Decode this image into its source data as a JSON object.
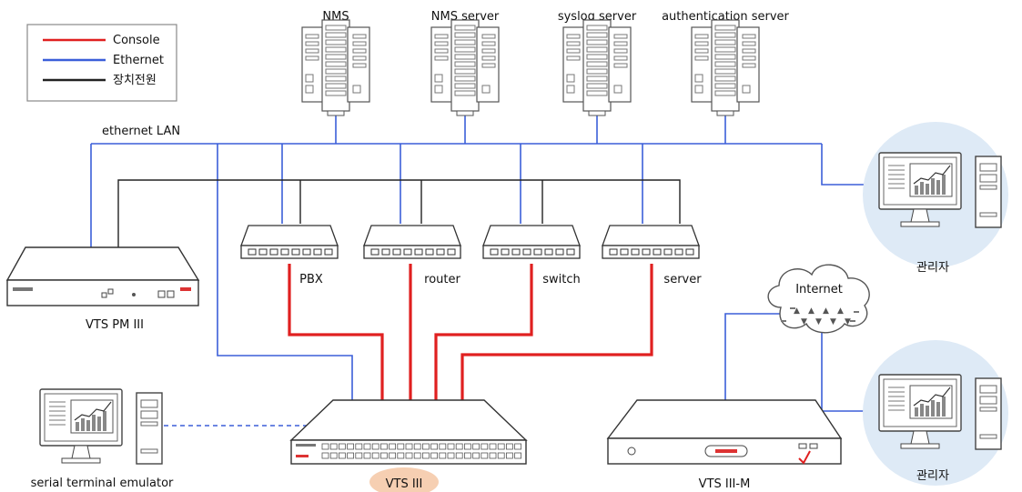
{
  "legend": {
    "items": [
      {
        "label": "Console",
        "color": "#e02020"
      },
      {
        "label": "Ethernet",
        "color": "#3b5fd9"
      },
      {
        "label": "장치전원",
        "color": "#222222"
      }
    ]
  },
  "servers": [
    {
      "label": "NMS"
    },
    {
      "label": "NMS server"
    },
    {
      "label": "syslog server"
    },
    {
      "label": "authentication server"
    }
  ],
  "network": {
    "lan_label": "ethernet LAN",
    "internet_label": "Internet"
  },
  "devices": [
    {
      "label": "PBX"
    },
    {
      "label": "router"
    },
    {
      "label": "switch"
    },
    {
      "label": "server"
    }
  ],
  "hardware": {
    "pm": {
      "label": "VTS PM III"
    },
    "vts": {
      "label": "VTS III"
    },
    "vtsm": {
      "label": "VTS III-M"
    },
    "terminal": {
      "label": "serial terminal emulator"
    }
  },
  "admins": [
    {
      "label": "관리자"
    },
    {
      "label": "관리자"
    }
  ],
  "colors": {
    "console": "#e02020",
    "ethernet": "#3b5fd9",
    "power": "#222222",
    "admin_bubble": "#deeaf6",
    "vts_highlight": "#f6cfb2"
  }
}
